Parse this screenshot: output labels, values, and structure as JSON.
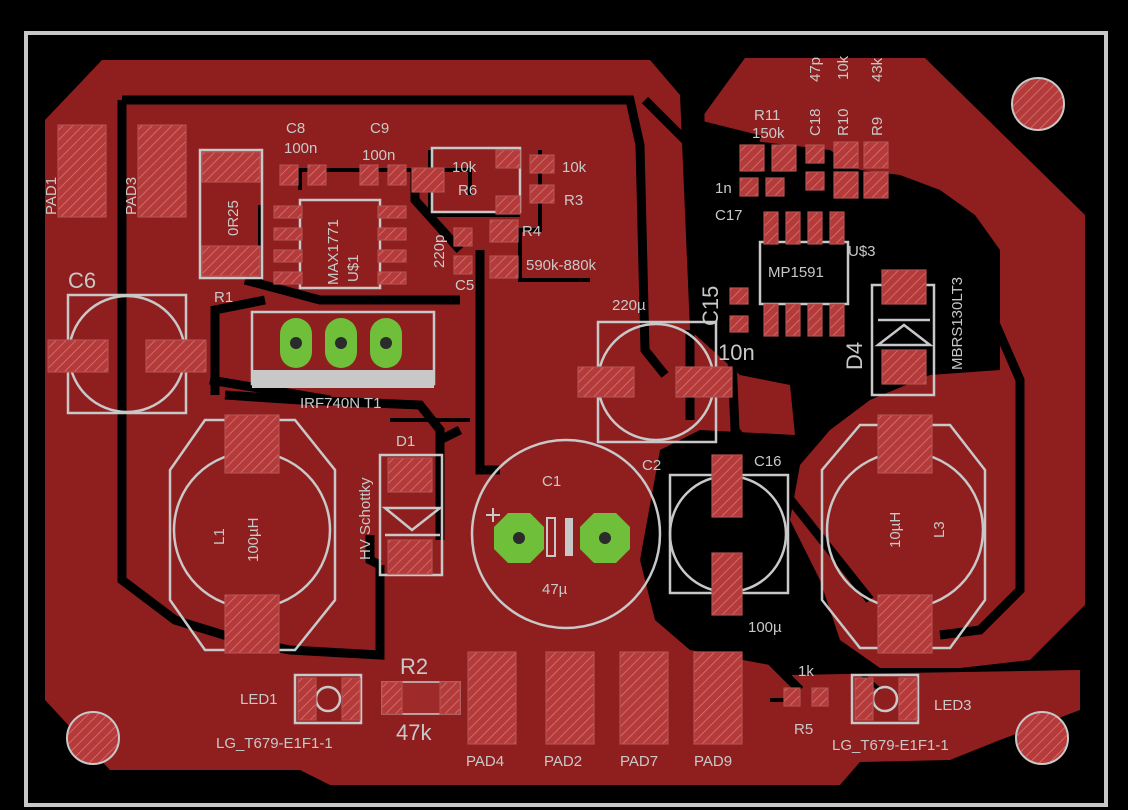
{
  "colors": {
    "background": "#000000",
    "copper": "#8f1f1f",
    "silkscreen": "#c8c8c8",
    "through_hole": "#6fbf3a",
    "board_outline": "#c8c8c8"
  },
  "labels": {
    "PAD1": "PAD1",
    "PAD3": "PAD3",
    "C6": "C6",
    "R1": "R1",
    "R1_val": "0R25",
    "C8": "C8",
    "C8_val": "100n",
    "C9": "C9",
    "C9_val": "100n",
    "R6": "R6",
    "R6_val": "10k",
    "R3": "R3",
    "R3_val": "10k",
    "U1": "U$1",
    "U1_val": "MAX1771",
    "C5": "C5",
    "C5_val": "220p",
    "R4": "R4",
    "R4_val": "590k-880k",
    "T1": "IRF740N  T1",
    "D1": "D1",
    "D1_val": "HV Schottky",
    "C1": "C1",
    "C1_val": "47µ",
    "L1": "L1",
    "L1_val": "100µH",
    "R2": "R2",
    "R2_val": "47k",
    "LED1": "LED1",
    "LED1_val": "LG_T679-E1F1-1",
    "PAD4": "PAD4",
    "PAD2": "PAD2",
    "PAD7": "PAD7",
    "PAD9": "PAD9",
    "C2": "C2",
    "C2_val": "220µ",
    "C15": "C15",
    "C15_val": "10n",
    "C16": "C16",
    "C16_val": "100µ",
    "R11": "R11",
    "R11_val": "150k",
    "C18": "C18",
    "C18_val": "47p",
    "R10": "R10",
    "R10_val": "10k",
    "R9": "R9",
    "R9_val": "43k",
    "C17": "C17",
    "C17_val": "1n",
    "U3": "U$3",
    "U3_val": "MP1591",
    "D4": "D4",
    "D4_val": "MBRS130LT3",
    "L3": "L3",
    "L3_val": "10µH",
    "R5": "R5",
    "R5_val": "1k",
    "LED3": "LED3",
    "LED3_val": "LG_T679-E1F1-1"
  }
}
